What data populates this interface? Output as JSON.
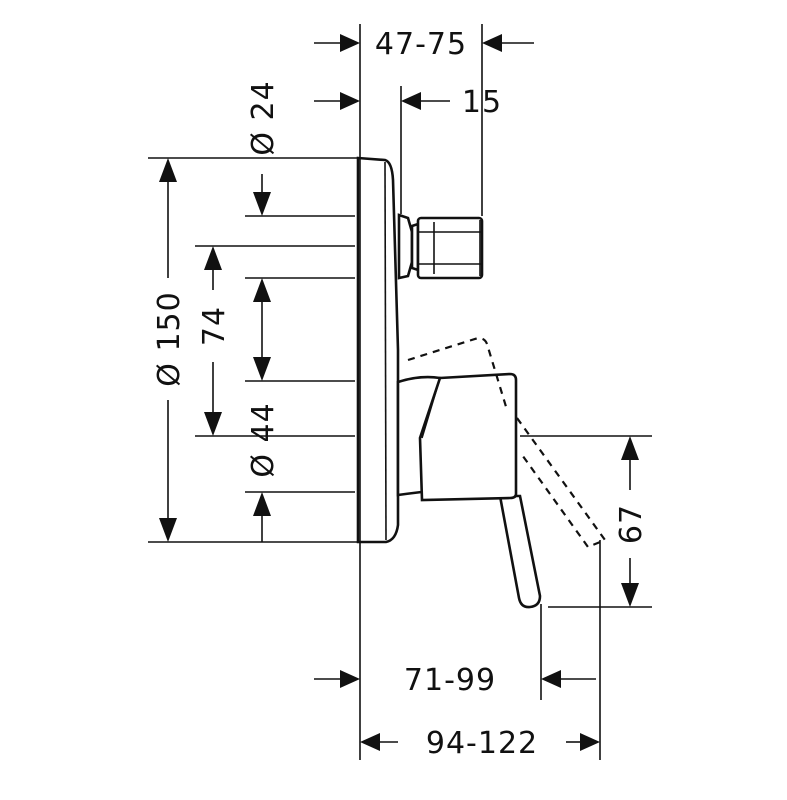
{
  "diagram": {
    "labels": {
      "depth_range": "47-75",
      "offset": "15",
      "dia_inlet": "Ø 24",
      "dia_rosette": "Ø 150",
      "distance_axes": "74",
      "dia_body": "Ø 44",
      "lever_height": "67",
      "lever_depth": "71-99",
      "total_depth": "94-122"
    }
  }
}
